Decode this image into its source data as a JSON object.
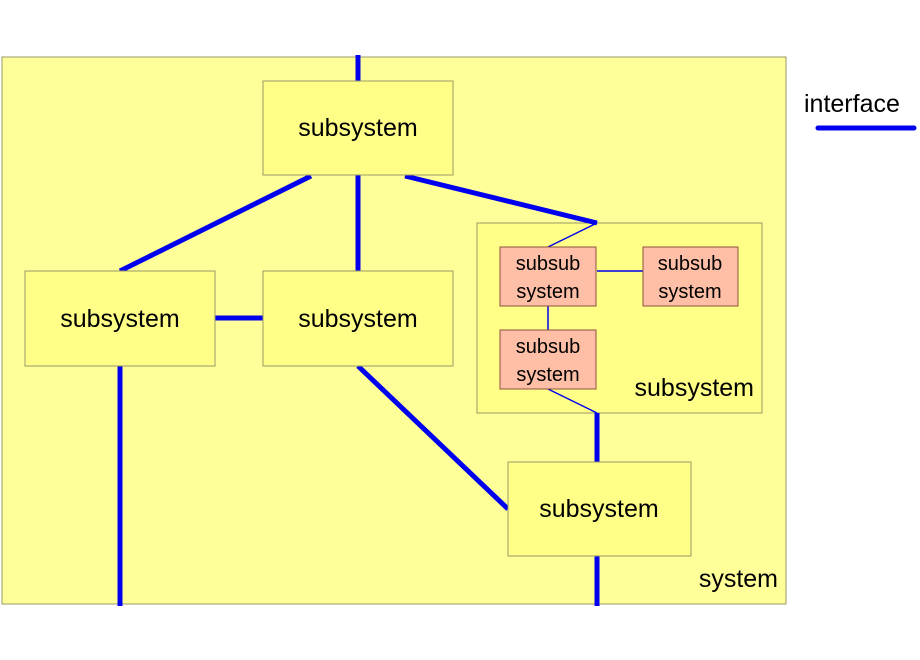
{
  "system": {
    "label": "system"
  },
  "legend": {
    "label": "interface"
  },
  "subsystems": {
    "top": "subsystem",
    "left": "subsystem",
    "middle": "subsystem",
    "bottom": "subsystem",
    "container": "subsystem"
  },
  "subsubsystems": {
    "top_left": {
      "line1": "subsub",
      "line2": "system"
    },
    "top_right": {
      "line1": "subsub",
      "line2": "system"
    },
    "bottom": {
      "line1": "subsub",
      "line2": "system"
    }
  },
  "colors": {
    "system_fill": "#ffff99",
    "subsystem_fill": "#ffff88",
    "subsub_fill": "#ffbfa6",
    "interface_line": "#0000ee",
    "border": "#888888"
  }
}
